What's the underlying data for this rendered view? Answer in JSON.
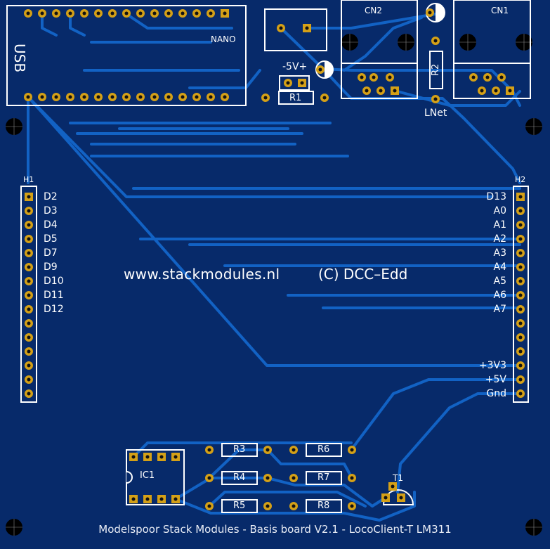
{
  "colors": {
    "board": "#072a6a",
    "trace": "#1262c4",
    "pad": "#d4a017",
    "silk": "#ffffff",
    "hole": "#000000"
  },
  "nano": {
    "label": "NANO",
    "usb": "USB"
  },
  "power": {
    "label": "-5V+",
    "r1": "R1"
  },
  "connectors": {
    "cn2": "CN2",
    "cn1": "CN1",
    "r2": "R2",
    "lnet": "LNet"
  },
  "h1": {
    "label": "H1",
    "pins": [
      "D2",
      "D3",
      "D4",
      "D5",
      "D7",
      "D9",
      "D10",
      "D11",
      "D12"
    ]
  },
  "h2": {
    "label": "H2",
    "pins": [
      "D13",
      "A0",
      "A1",
      "A2",
      "A3",
      "A4",
      "A5",
      "A6",
      "A7"
    ],
    "power_pins": [
      "+3V3",
      "+5V",
      "Gnd"
    ]
  },
  "center": {
    "website": "www.stackmodules.nl",
    "copyright": "(C) DCC–Edd"
  },
  "components": {
    "ic1": "IC1",
    "r3": "R3",
    "r4": "R4",
    "r5": "R5",
    "r6": "R6",
    "r7": "R7",
    "r8": "R8",
    "t1": "T1"
  },
  "footer": "Modelspoor Stack Modules - Basis board V2.1 -  LocoClient-T LM311"
}
